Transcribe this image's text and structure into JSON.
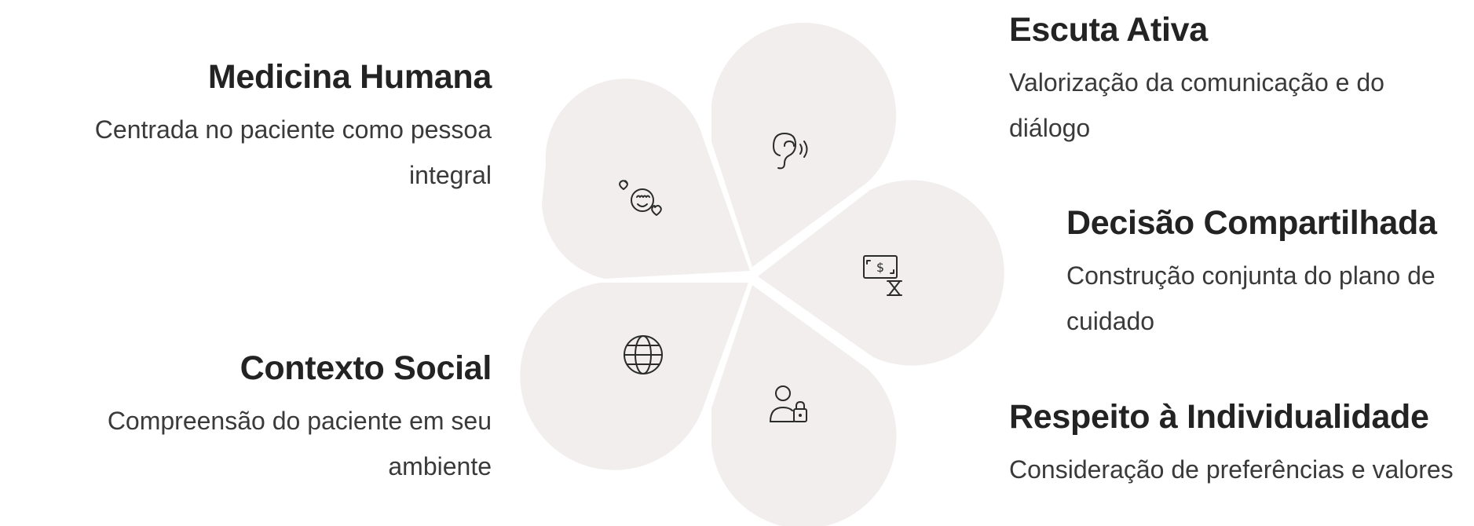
{
  "items": {
    "medicina": {
      "title": "Medicina Humana",
      "description": "Centrada no paciente como pessoa integral",
      "icon": "heart-eyes-face-icon"
    },
    "escuta": {
      "title": "Escuta Ativa",
      "description": "Valorização da comunicação e do diálogo",
      "icon": "ear-sound-icon"
    },
    "decisao": {
      "title": "Decisão Compartilhada",
      "description": "Construção conjunta do plano de cuidado",
      "icon": "money-hourglass-icon"
    },
    "contexto": {
      "title": "Contexto Social",
      "description": "Compreensão do paciente em seu ambiente",
      "icon": "globe-icon"
    },
    "respeito": {
      "title": "Respeito à Individualidade",
      "description": "Consideração de preferências e valores",
      "icon": "user-lock-icon"
    }
  },
  "colors": {
    "petal": "#f1eeed",
    "text": "#232323",
    "icon": "#2b2b2b"
  }
}
